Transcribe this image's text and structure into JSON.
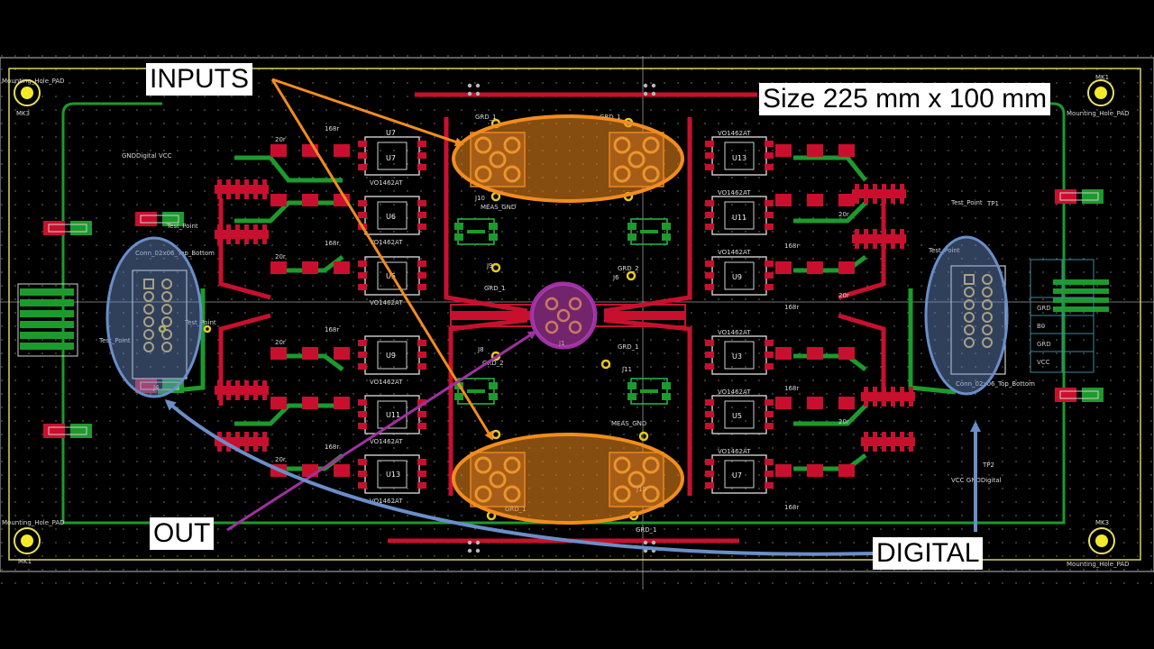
{
  "annotations": {
    "inputs": "INPUTS",
    "size": "Size 225 mm x 100 mm",
    "out": "OUT",
    "digital": "DIGITAL"
  },
  "silkscreen": {
    "mounting_hole": "Mounting_Hole_PAD",
    "mk1": "MK1",
    "mk3": "MK3",
    "meas_gnd": "MEAS_GND",
    "grd1": "GRD_1",
    "grd2": "GRD_2",
    "gnd_digital_vcc": "GNDDigital VCC",
    "vcc_gnd_digital": "VCC GNDDigital",
    "test_point": "Test_Point",
    "conn_left": "Conn_02x06_Top_Bottom",
    "conn_right": "Conn_02x06_Top_Bottom",
    "opto": "VO1462AT",
    "j1": "J1",
    "j4": "J4",
    "j6": "J6",
    "j8": "J8",
    "j9": "J9",
    "j10": "J10",
    "j11": "J11",
    "left_top_units": [
      "U7",
      "U6",
      "U5"
    ],
    "left_bottom_units": [
      "U9",
      "U11",
      "U13"
    ],
    "right_top_units": [
      "U13",
      "U11",
      "U9"
    ],
    "right_bottom_units": [
      "U3",
      "U5",
      "U7"
    ],
    "res_a": "20r",
    "res_b": "168r",
    "tp1": "TP1",
    "tp2": "TP2",
    "bot_table_rows": [
      "GRD",
      "B0",
      "GRD",
      "VCC"
    ]
  },
  "colors": {
    "background": "#000000",
    "top_copper": "#c8102e",
    "bottom_copper": "#1d9a2c",
    "edge_cuts": "#d9d35a",
    "courtyard": "#b040c0",
    "input_highlight": "#f28c1e",
    "digital_highlight": "#6a8ec8",
    "out_arrow": "#a030a0"
  }
}
